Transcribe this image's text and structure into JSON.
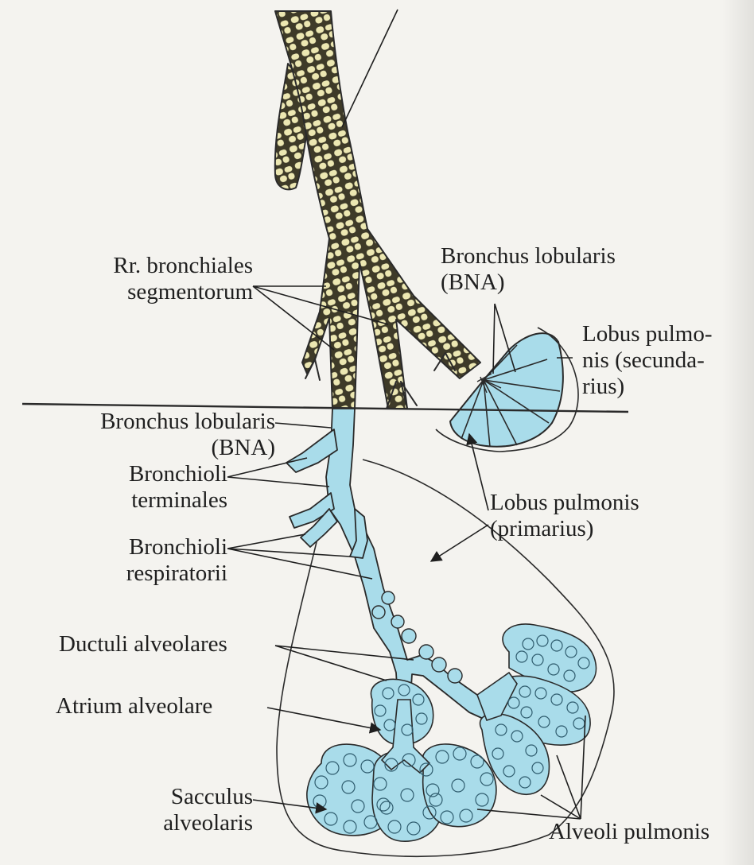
{
  "figure": {
    "labels": {
      "rr_bronchiales": [
        "Rr. bronchiales",
        "segmentorum"
      ],
      "bronchus_lobularis_top": [
        "Bronchus lobularis",
        "(BNA)"
      ],
      "lobus_secundarius": [
        "Lobus pulmo-",
        "nis (secunda-",
        "rius)"
      ],
      "bronchus_lobularis_left": [
        "Bronchus lobularis",
        "(BNA)"
      ],
      "bronchioli_terminales": [
        "Bronchioli",
        "terminales"
      ],
      "lobus_primarius": [
        "Lobus pulmonis",
        "(primarius)"
      ],
      "bronchioli_respiratorii": [
        "Bronchioli",
        "respiratorii"
      ],
      "ductuli_alveolares": "Ductuli alveolares",
      "atrium_alveolare": "Atrium alveolare",
      "sacculus_alveolaris": [
        "Sacculus",
        "alveolaris"
      ],
      "alveoli_pulmonis": "Alveoli pulmonis"
    },
    "colors": {
      "airway_blue": "#a9dcea",
      "airway_blue_dark": "#5aa8c4",
      "bronchus_fill": "#ece7b2",
      "bronchus_plate": "#3e3a28",
      "line": "#2a2a2a",
      "paper": "#f4f3ef"
    }
  }
}
